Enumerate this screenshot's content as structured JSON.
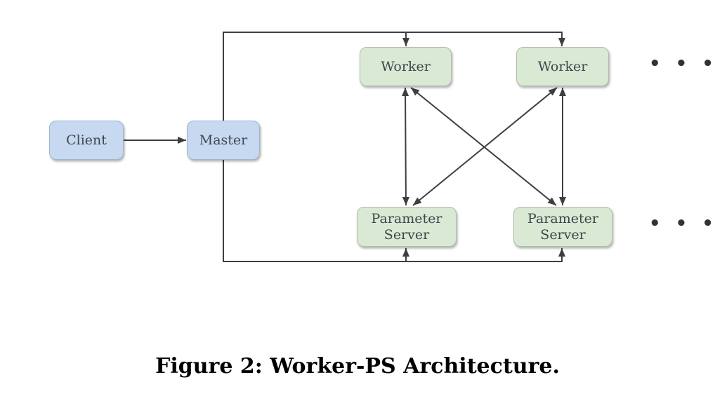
{
  "diagram": {
    "nodes": {
      "client": {
        "label": "Client"
      },
      "master": {
        "label": "Master"
      },
      "worker1": {
        "label": "Worker"
      },
      "worker2": {
        "label": "Worker"
      },
      "ps1": {
        "label": "Parameter Server"
      },
      "ps2": {
        "label": "Parameter Server"
      }
    },
    "edges": [
      {
        "from": "client",
        "to": "master",
        "direction": "one-way"
      },
      {
        "from": "master",
        "to": "worker1",
        "direction": "one-way"
      },
      {
        "from": "master",
        "to": "worker2",
        "direction": "one-way"
      },
      {
        "from": "master",
        "to": "ps1",
        "direction": "one-way"
      },
      {
        "from": "master",
        "to": "ps2",
        "direction": "one-way"
      },
      {
        "from": "worker1",
        "to": "ps1",
        "direction": "two-way"
      },
      {
        "from": "worker1",
        "to": "ps2",
        "direction": "two-way"
      },
      {
        "from": "worker2",
        "to": "ps1",
        "direction": "two-way"
      },
      {
        "from": "worker2",
        "to": "ps2",
        "direction": "two-way"
      }
    ],
    "ellipsis_top": "• • •",
    "ellipsis_bottom": "• • •"
  },
  "caption": {
    "text": "Figure 2: Worker-PS Architecture."
  },
  "colors": {
    "node_blue": "#c6d9f0",
    "node_green": "#d9e9d3",
    "line": "#3f3f3f",
    "node_text": "#3d4750",
    "caption_text": "#000000"
  }
}
